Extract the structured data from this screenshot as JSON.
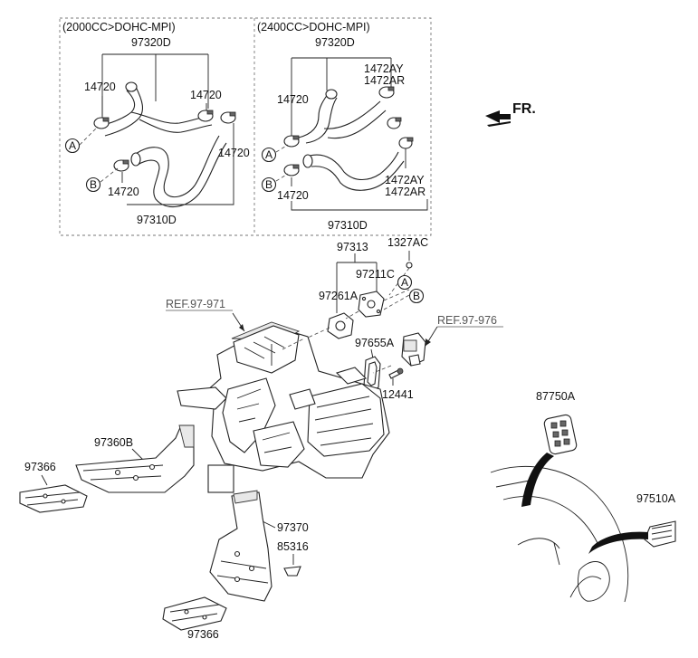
{
  "panels": {
    "left_header": "(2000CC>DOHC-MPI)",
    "right_header": "(2400CC>DOHC-MPI)"
  },
  "labels": {
    "l_97320D": "97320D",
    "l_14720_a": "14720",
    "l_14720_b": "14720",
    "l_14720_c": "14720",
    "l_14720_d": "14720",
    "l_97310D": "97310D",
    "r_97320D": "97320D",
    "r_14720_a": "14720",
    "r_1472AY_a": "1472AY",
    "r_1472AR_a": "1472AR",
    "r_14720_b": "14720",
    "r_1472AY_b": "1472AY",
    "r_1472AR_b": "1472AR",
    "r_97310D": "97310D",
    "p_97313": "97313",
    "p_1327AC": "1327AC",
    "p_97211C": "97211C",
    "p_97261A": "97261A",
    "p_97655A": "97655A",
    "p_12441": "12441",
    "p_97360B": "97360B",
    "p_97366_a": "97366",
    "p_97370": "97370",
    "p_85316": "85316",
    "p_97366_b": "97366",
    "p_87750A": "87750A",
    "p_97510A": "97510A"
  },
  "references": {
    "ref_971": "REF.97-971",
    "ref_976": "REF.97-976"
  },
  "circle_markers": {
    "a": "A",
    "b": "B"
  },
  "direction": {
    "label": "FR."
  }
}
